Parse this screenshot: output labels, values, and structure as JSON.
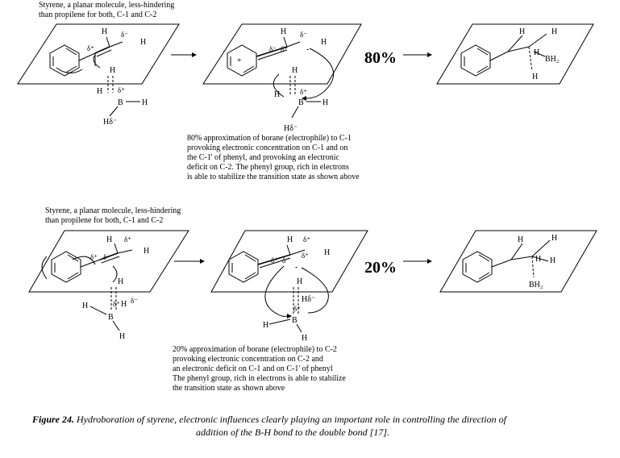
{
  "top": {
    "intro": [
      "Styrene, a planar molecule, less-hindering",
      "than propilene for both, C-1 and C-2"
    ],
    "note": [
      "80% approximation of borane (electrophile) to C-1",
      "provoking electronic concentration on C-1 and on",
      "the C-1' of phenyl, and provoking an electronic",
      "deficit on C-2. The phenyl group, rich in electrons",
      "is able to stabilize the transition state as shown above"
    ],
    "percent": "80%"
  },
  "bottom": {
    "intro": [
      "Styrene, a planar molecule, less-hindering",
      "than propilene for both, C-1 and C-2"
    ],
    "note": [
      "20% approximation of borane (electrophile) to C-2",
      "provoking electronic concentration on C-2 and",
      "an electronic deficit on C-1 and on C-1' of phenyl",
      "The phenyl group, rich in electrons is able to stabilize",
      "the transition state as shown above"
    ],
    "percent": "20%"
  },
  "labels": {
    "H": "H",
    "B": "B",
    "BH2": "BH₂",
    "delta_plus": "δ⁺",
    "delta_minus": "δ⁻",
    "H_delta_minus": "Hδ⁻",
    "minus": "-",
    "plus": "+"
  },
  "caption": {
    "label": "Figure 24.",
    "text_line1": " Hydroboration of styrene, electronic influences clearly playing an important role in controlling the direction of",
    "text_line2": "addition of the B-H bond to the double bond [17]."
  }
}
